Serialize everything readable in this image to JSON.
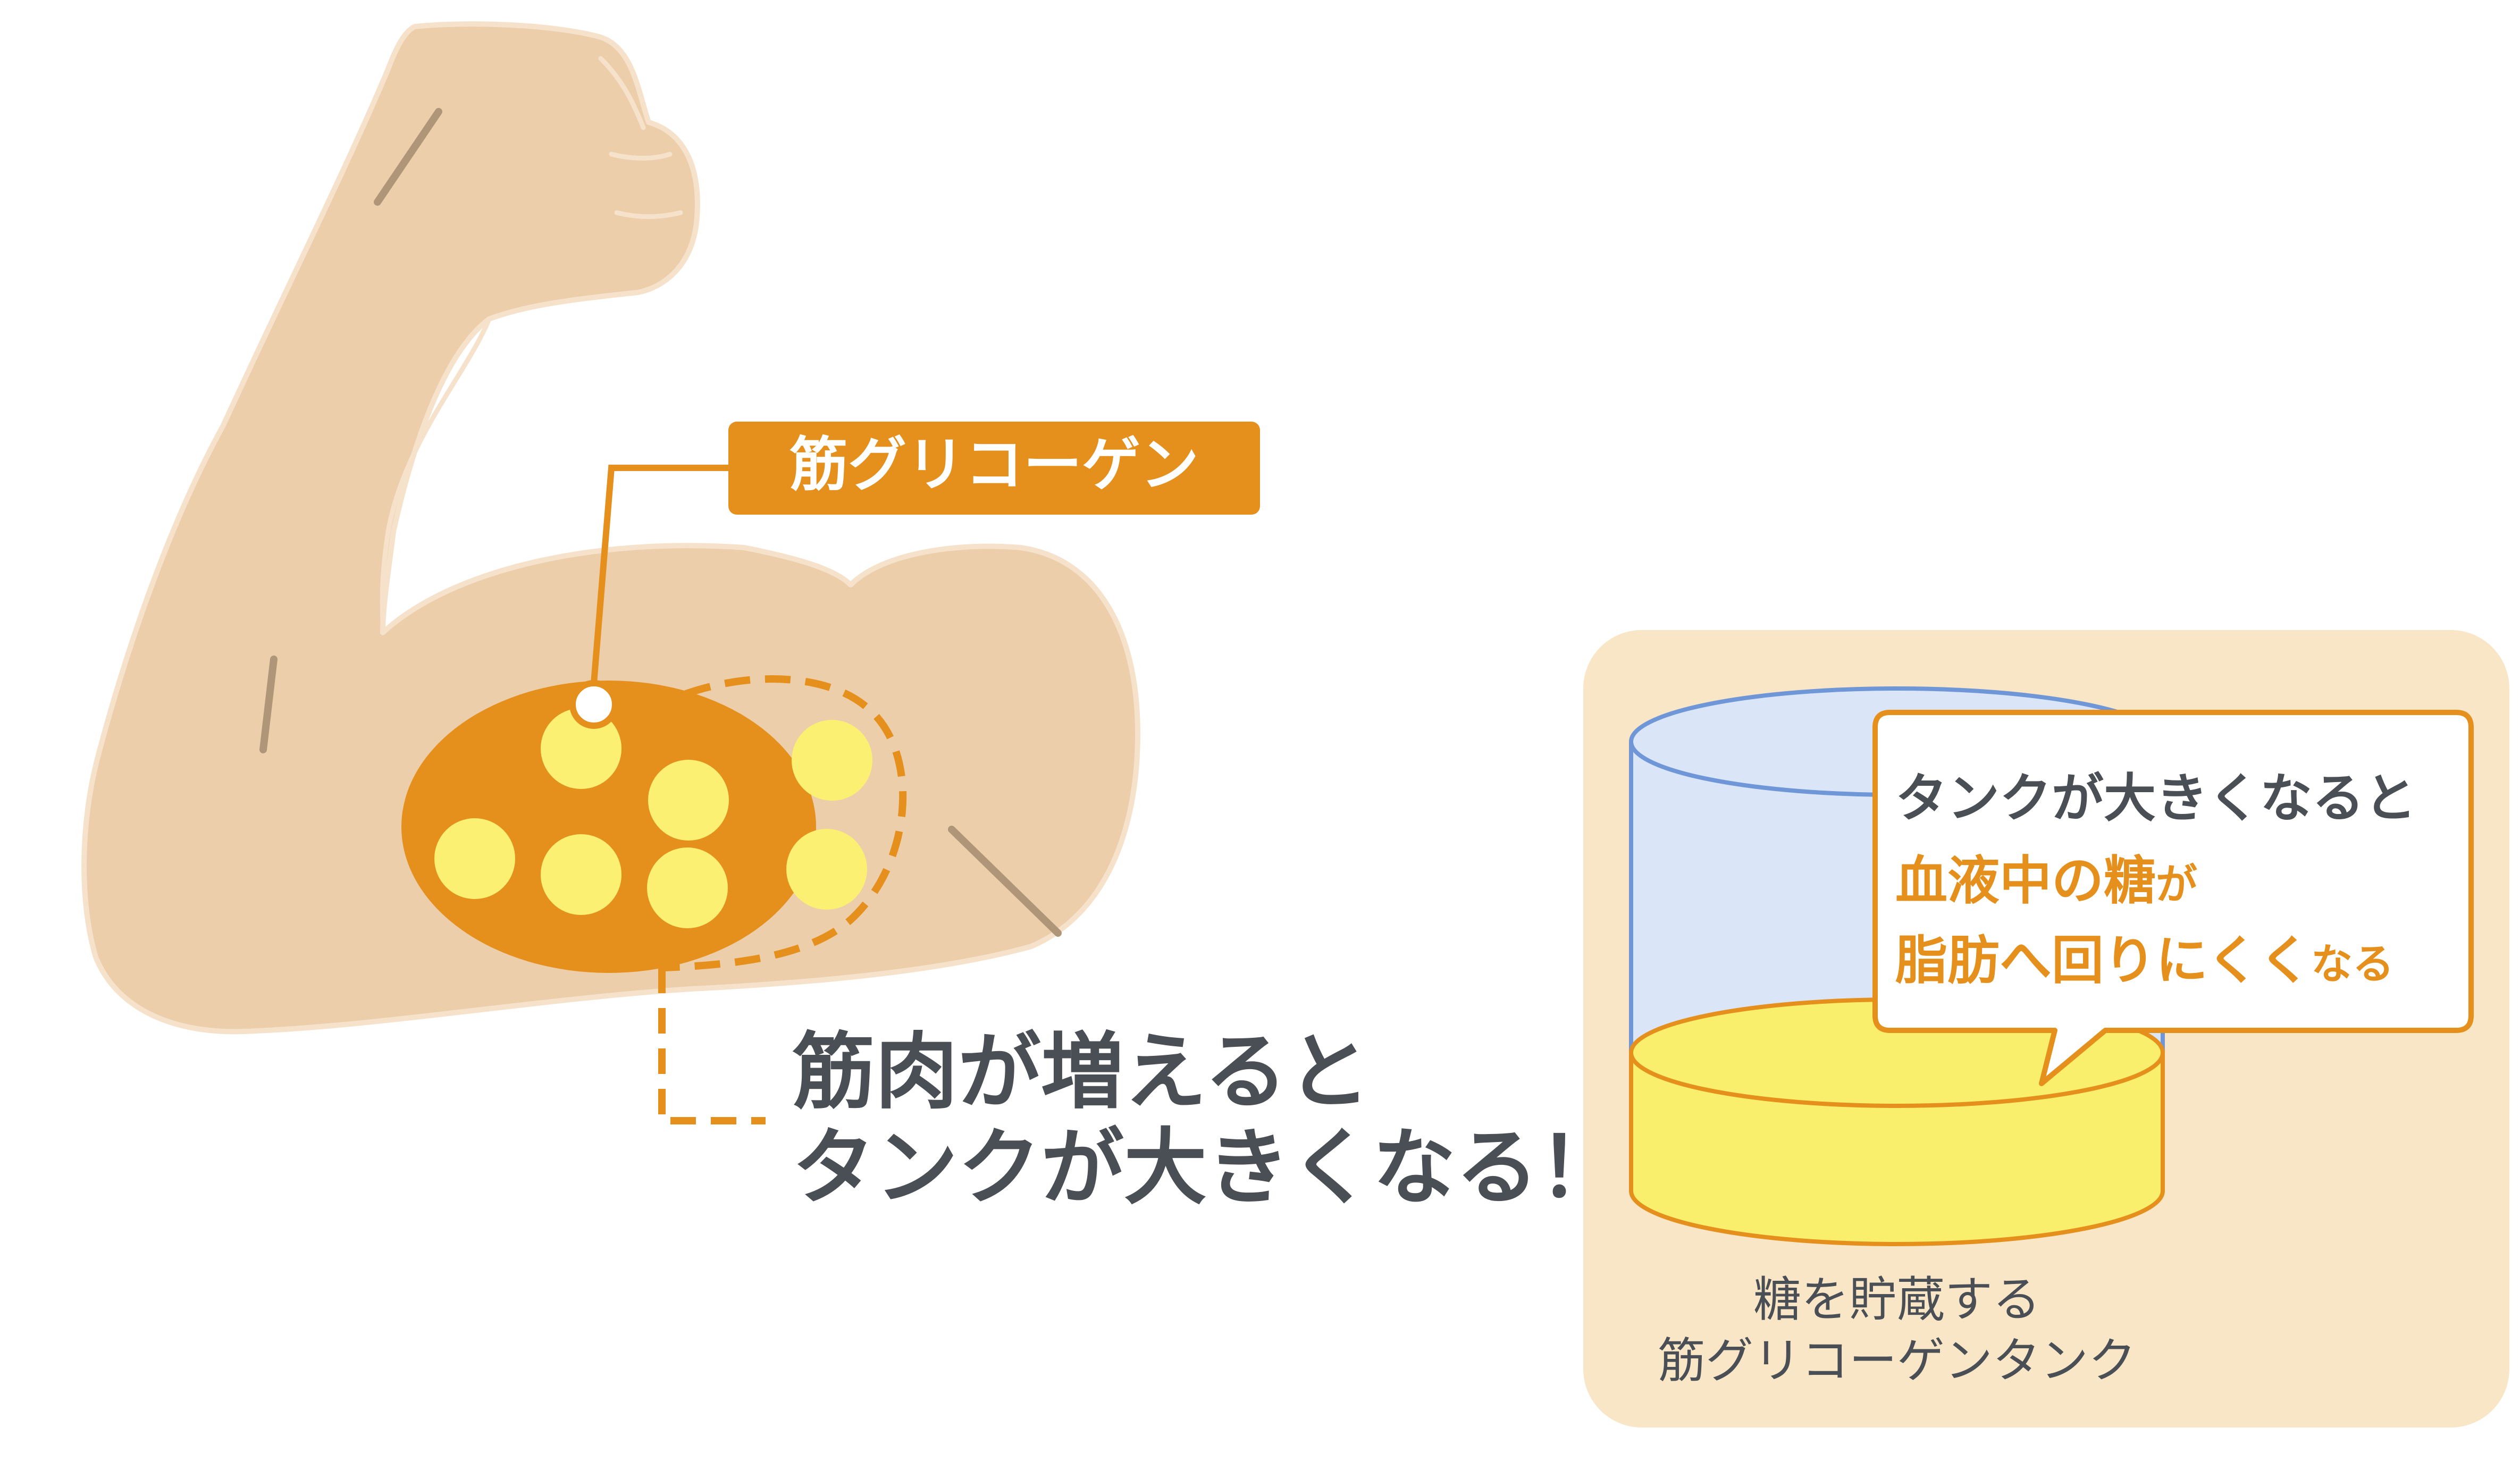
{
  "labels": {
    "glycogen_tag": "筋グリコーゲン",
    "main_line1": "筋肉が増えると",
    "main_line2": "タンクが大きくなる！",
    "tank_caption_line1": "糖を貯蔵する",
    "tank_caption_line2": "筋グリコーゲンタンク"
  },
  "bubble": {
    "line1": "タンクが大きくなると",
    "line2_em": "血液中の糖",
    "line2_tail": "が",
    "line3_em": "脂肪へ回りにくく",
    "line3_tail": "なる"
  },
  "colors": {
    "skin": "#ecceaa",
    "skin_outline": "#f6e2cb",
    "skin_crease": "#b09679",
    "muscle": "#e5901c",
    "glycogen_dot": "#fbf072",
    "text_dark": "#4a4f55",
    "tank_bg": "#f9e6c7",
    "tank_glass": "#dbe5f8",
    "tank_glass_edge": "#6f97d8",
    "sugar": "#f9ef6c",
    "bubble_border": "#e5901c"
  }
}
